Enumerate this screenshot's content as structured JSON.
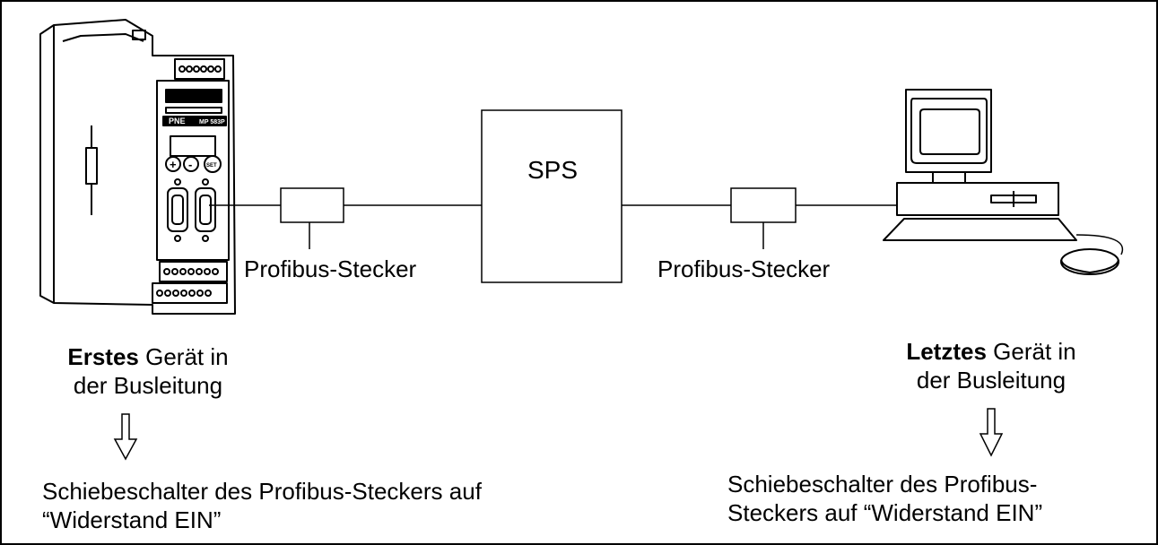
{
  "sps_label": "SPS",
  "connectors": {
    "left_label": "Profibus-Stecker",
    "right_label": "Profibus-Stecker"
  },
  "device": {
    "brand": "PNE",
    "model": "MP 583P",
    "button_plus": "+",
    "button_minus": "-",
    "button_set": "SET"
  },
  "first_device": {
    "bold_word": "Erstes",
    "line1_rest": " Gerät in",
    "line2": "der Busleitung",
    "instruction_line1": "Schiebeschalter des Profibus-Steckers auf",
    "instruction_line2": "“Widerstand EIN”"
  },
  "last_device": {
    "bold_word": "Letztes",
    "line1_rest": " Gerät in",
    "line2": "der Busleitung",
    "instruction_line1": "Schiebeschalter des Profibus-",
    "instruction_line2": "Steckers auf “Widerstand EIN”"
  }
}
